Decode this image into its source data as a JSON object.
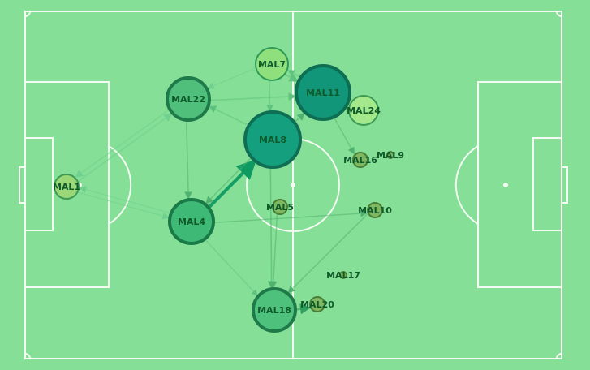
{
  "pitch": {
    "grass_color": "#86df96",
    "line_color": "#f3fbf2"
  },
  "nodes": [
    {
      "id": "MAL1",
      "label": "MAL1",
      "fill": "#9ad877",
      "stroke": "#3e9a55"
    },
    {
      "id": "MAL22",
      "label": "MAL22",
      "fill": "#4fbf7b",
      "stroke": "#1f7a4a"
    },
    {
      "id": "MAL7",
      "label": "MAL7",
      "fill": "#8fe07d",
      "stroke": "#2f9a55"
    },
    {
      "id": "MAL11",
      "label": "MAL11",
      "fill": "#12967a",
      "stroke": "#0d6e52"
    },
    {
      "id": "MAL24",
      "label": "MAL24",
      "fill": "#a3e88a",
      "stroke": "#3a9a55"
    },
    {
      "id": "MAL8",
      "label": "MAL8",
      "fill": "#14a07e",
      "stroke": "#0f6f55"
    },
    {
      "id": "MAL16",
      "label": "MAL16",
      "fill": "#7fb860",
      "stroke": "#4a7f38"
    },
    {
      "id": "MAL9",
      "label": "MAL9",
      "fill": "#7fb860",
      "stroke": "#4a7f38"
    },
    {
      "id": "MAL5",
      "label": "MAL5",
      "fill": "#7fb860",
      "stroke": "#4a7f38"
    },
    {
      "id": "MAL10",
      "label": "MAL10",
      "fill": "#7fb860",
      "stroke": "#4a7f38"
    },
    {
      "id": "MAL4",
      "label": "MAL4",
      "fill": "#3fba76",
      "stroke": "#197a48"
    },
    {
      "id": "MAL17",
      "label": "MAL17",
      "fill": "#7fb860",
      "stroke": "#4a7f38"
    },
    {
      "id": "MAL18",
      "label": "MAL18",
      "fill": "#4ec27c",
      "stroke": "#1f7a4a"
    },
    {
      "id": "MAL20",
      "label": "MAL20",
      "fill": "#7fb860",
      "stroke": "#4a7f38"
    }
  ],
  "edges": [
    {
      "from": "MAL1",
      "to": "MAL22",
      "strength": 0.25,
      "color": "#6fd08f"
    },
    {
      "from": "MAL22",
      "to": "MAL1",
      "strength": 0.2,
      "color": "#6fd08f"
    },
    {
      "from": "MAL1",
      "to": "MAL4",
      "strength": 0.15,
      "color": "#6fd08f"
    },
    {
      "from": "MAL4",
      "to": "MAL1",
      "strength": 0.15,
      "color": "#6fd08f"
    },
    {
      "from": "MAL22",
      "to": "MAL11",
      "strength": 0.2,
      "color": "#5fc27f"
    },
    {
      "from": "MAL7",
      "to": "MAL22",
      "strength": 0.15,
      "color": "#6fd08f"
    },
    {
      "from": "MAL7",
      "to": "MAL11",
      "strength": 0.3,
      "color": "#5fc27f"
    },
    {
      "from": "MAL11",
      "to": "MAL7",
      "strength": 0.15,
      "color": "#5fc27f"
    },
    {
      "from": "MAL8",
      "to": "MAL22",
      "strength": 0.2,
      "color": "#5fc27f"
    },
    {
      "from": "MAL22",
      "to": "MAL4",
      "strength": 0.2,
      "color": "#4fb270"
    },
    {
      "from": "MAL4",
      "to": "MAL8",
      "strength": 1.0,
      "color": "#0f9a62"
    },
    {
      "from": "MAL8",
      "to": "MAL4",
      "strength": 0.2,
      "color": "#4fb270"
    },
    {
      "from": "MAL11",
      "to": "MAL16",
      "strength": 0.15,
      "color": "#4fb270"
    },
    {
      "from": "MAL8",
      "to": "MAL11",
      "strength": 0.2,
      "color": "#4fb270"
    },
    {
      "from": "MAL7",
      "to": "MAL8",
      "strength": 0.15,
      "color": "#5fc27f"
    },
    {
      "from": "MAL8",
      "to": "MAL18",
      "strength": 0.2,
      "color": "#4fb270"
    },
    {
      "from": "MAL5",
      "to": "MAL18",
      "strength": 0.15,
      "color": "#4fb270"
    },
    {
      "from": "MAL4",
      "to": "MAL10",
      "strength": 0.15,
      "color": "#4fb270"
    },
    {
      "from": "MAL10",
      "to": "MAL18",
      "strength": 0.15,
      "color": "#4fb270"
    },
    {
      "from": "MAL4",
      "to": "MAL18",
      "strength": 0.1,
      "color": "#5fc27f"
    },
    {
      "from": "MAL18",
      "to": "MAL20",
      "strength": 0.4,
      "color": "#2e9f5f"
    }
  ]
}
